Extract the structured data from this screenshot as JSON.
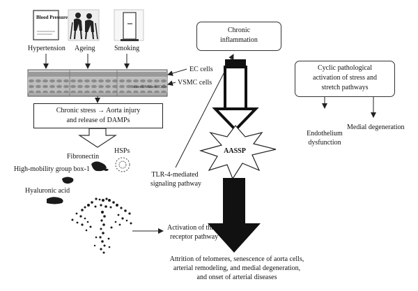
{
  "risk_factors": {
    "hypertension": "Hypertension",
    "ageing": "Ageing",
    "smoking": "Smoking",
    "bp_icon_text": "Blood Pressure"
  },
  "vessel": {
    "ec_label": "EC cells",
    "vsmc_label": "VSMC cells",
    "smooth_label": "Smooth Muscle Cells"
  },
  "stress_box": {
    "line1": "Chronic stress → Aorta injury",
    "line2": "and release of DAMPs"
  },
  "damps": {
    "fibronectin": "Fibronectin",
    "hsps": "HSPs",
    "hmgb1": "High-mobility group box-1",
    "hyaluronic": "Hyaluronic acid"
  },
  "receptor": {
    "line1": "Activation of this",
    "line2": "receptor pathway"
  },
  "tlr4": {
    "line1": "TLR-4-mediated",
    "line2": "signaling pathway"
  },
  "inflammation": {
    "line1": "Chronic",
    "line2": "inflammation"
  },
  "aassp": "AASSP",
  "cyclic_box": {
    "line1": "Cyclic pathological",
    "line2": "activation of stress and",
    "line3": "stretch pathways"
  },
  "endothelium": {
    "line1": "Endothelium",
    "line2": "dysfunction"
  },
  "medial": "Medial degeneration",
  "outcome": {
    "line1": "Attrition of telomeres, senescence of aorta cells,",
    "line2": "arterial remodeling, and medial degeneration,",
    "line3": "and onset of arterial diseases"
  }
}
